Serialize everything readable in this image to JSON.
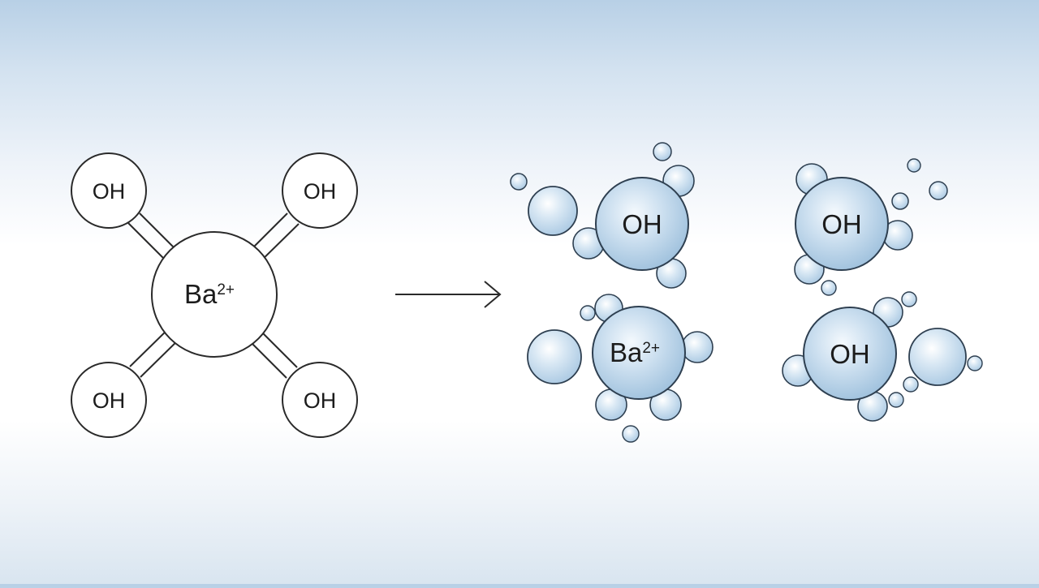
{
  "colors": {
    "stroke": "#2a2a2a",
    "bond_fill": "#ffffff",
    "bubble_light": "#f2f8fd",
    "bubble_mid": "#bfd6ea",
    "bubble_dark": "#9dbfdc",
    "bubble_stroke": "#2e3f50"
  },
  "compound": {
    "center": {
      "symbol": "Ba",
      "charge": "2+"
    },
    "ligands": [
      {
        "label": "OH"
      },
      {
        "label": "OH"
      },
      {
        "label": "OH"
      },
      {
        "label": "OH"
      }
    ]
  },
  "arrow": {
    "icon": "reaction-arrow-icon"
  },
  "dissociated": {
    "ions": [
      {
        "label": "OH"
      },
      {
        "label": "OH"
      },
      {
        "label": "Ba",
        "charge": "2+"
      },
      {
        "label": "OH"
      }
    ]
  }
}
